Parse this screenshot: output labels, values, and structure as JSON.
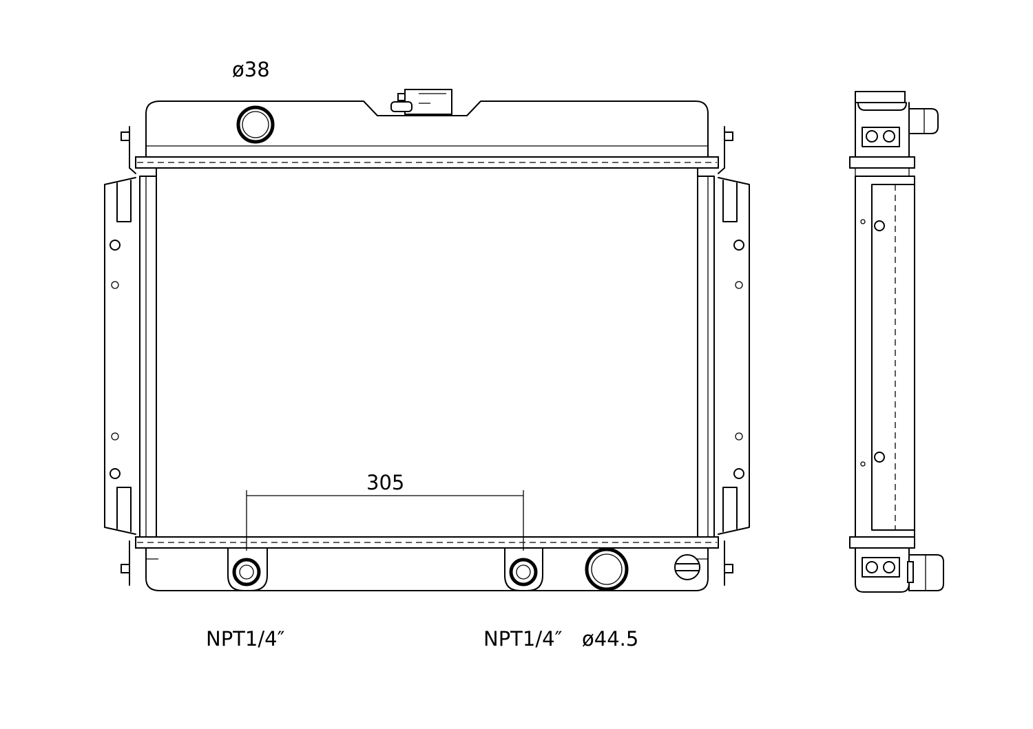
{
  "labels": {
    "inlet_diameter": "ø38",
    "outlet_diameter": "ø44.5",
    "drain_thread_left": "NPT1/4″",
    "drain_thread_right": "NPT1/4″",
    "drain_spacing": "305"
  }
}
